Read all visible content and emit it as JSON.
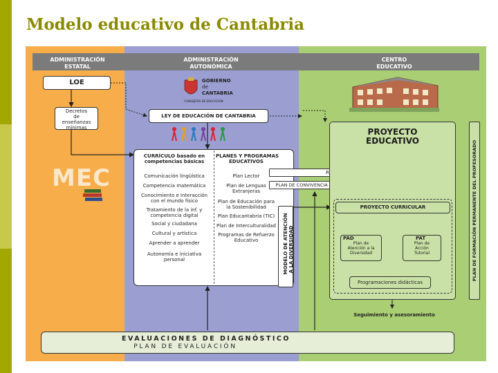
{
  "title": "Modelo educativo de Cantabria",
  "header": {
    "estatal": "ADMINISTRACIÓN ESTATAL",
    "autonomica": "ADMINISTRACIÓN AUTONÓMICA",
    "centro": "CENTRO EDUCATIVO"
  },
  "estatal": {
    "loe": "LOE",
    "decretos": [
      "Decretos",
      "de",
      "enseñanzas",
      "mínimas"
    ],
    "mec": "MEC"
  },
  "gobierno": {
    "name": [
      "GOBIERNO",
      "de",
      "CANTABRIA"
    ],
    "consejeria": "CONSEJERÍA DE EDUCACIÓN"
  },
  "ley": "LEY DE EDUCACIÓN DE CANTABRIA",
  "curriculo": {
    "heading": [
      "CURRÍCULO basado en",
      "competencias básicas"
    ],
    "items": [
      [
        "Comunicación lingüística"
      ],
      [
        "Competencia matemática"
      ],
      [
        "Conocimiento e interacción",
        "con el mundo físico"
      ],
      [
        "Tratamiento de la inf. y",
        "competencia digital"
      ],
      [
        "Social y ciudadana"
      ],
      [
        "Cultural y artística"
      ],
      [
        "Aprender a aprender"
      ],
      [
        "Autonomía e iniciativa",
        "personal"
      ]
    ]
  },
  "planes": {
    "heading": [
      "PLANES Y PROGRAMAS",
      "EDUCATIVOS"
    ],
    "items": [
      [
        "Plan Lector"
      ],
      [
        "Plan de Lenguas",
        "Extranjeras"
      ],
      [
        "Plan de Educación para",
        "la Sostenibilidad"
      ],
      [
        "Plan Educantabria (TIC)"
      ],
      [
        "Plan de Interculturalidad"
      ],
      [
        "Programas de Refuerzo",
        "Educativo"
      ]
    ]
  },
  "atencion": [
    "MODELO DE ATENCIÓN",
    "A LA DIVERSIDAD"
  ],
  "proyecto_educativo": [
    "PROYECTO",
    "EDUCATIVO"
  ],
  "rri": "R.R.I.",
  "convivencia": "PLAN DE CONVIVENCIA ESCOLAR",
  "proyecto_curricular": "PROYECTO CURRICULAR",
  "pad": {
    "title": "PAD",
    "lines": [
      "Plan de",
      "Atención a la",
      "Diversidad"
    ]
  },
  "pat": {
    "title": "PAT",
    "lines": [
      "Plan de",
      "Acción",
      "Tutorial"
    ]
  },
  "programaciones": "Programaciones didácticas",
  "formacion": "PLAN DE FORMACIÓN PERMANENTE DEL PROFESORADO",
  "seguimiento": "Seguimiento y asesoramiento",
  "evaluaciones": "EVALUACIONES DE DIAGNÓSTICO",
  "plan_evaluacion": "PLAN DE EVALUACIÓN",
  "colors": {
    "orange": "#f7ad4a",
    "blue": "#9a9ed0",
    "green": "#a9ce73",
    "header": "#7b7b7b",
    "title": "#8a8a00"
  }
}
